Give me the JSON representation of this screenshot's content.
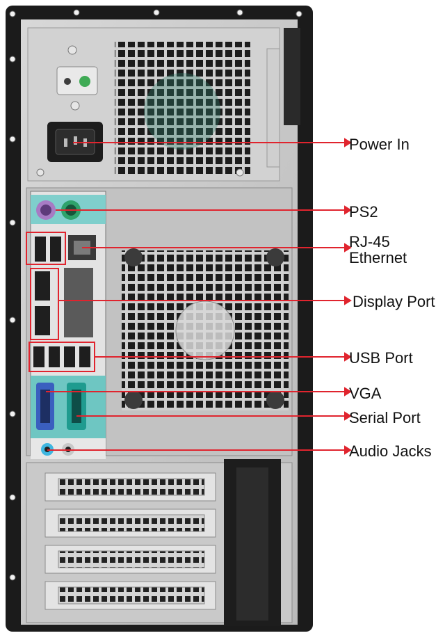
{
  "labels": {
    "power_in": "Power In",
    "ps2": "PS2",
    "rj45_line1": "RJ-45",
    "rj45_line2": "Ethernet",
    "display_port": "Display Port",
    "usb_port": "USB Port",
    "vga": "VGA",
    "serial_port": "Serial Port",
    "audio_jacks": "Audio Jacks"
  },
  "colors": {
    "callout_line": "#e0242e",
    "chassis_frame": "#1b1b1b",
    "chassis_metal": "#c9c9c9",
    "ps2_port": "#a77bc4",
    "serial_port": "#1f9b8f",
    "vga_port": "#3a5fbf",
    "io_teal": "#6ec6c2"
  },
  "icons": [
    "screw-icon",
    "fan-grille-icon",
    "power-socket-icon",
    "ps2-port-icon",
    "ethernet-port-icon",
    "display-port-icon",
    "usb-port-icon",
    "vga-port-icon",
    "serial-port-icon",
    "audio-jack-icon",
    "expansion-slot-icon"
  ]
}
